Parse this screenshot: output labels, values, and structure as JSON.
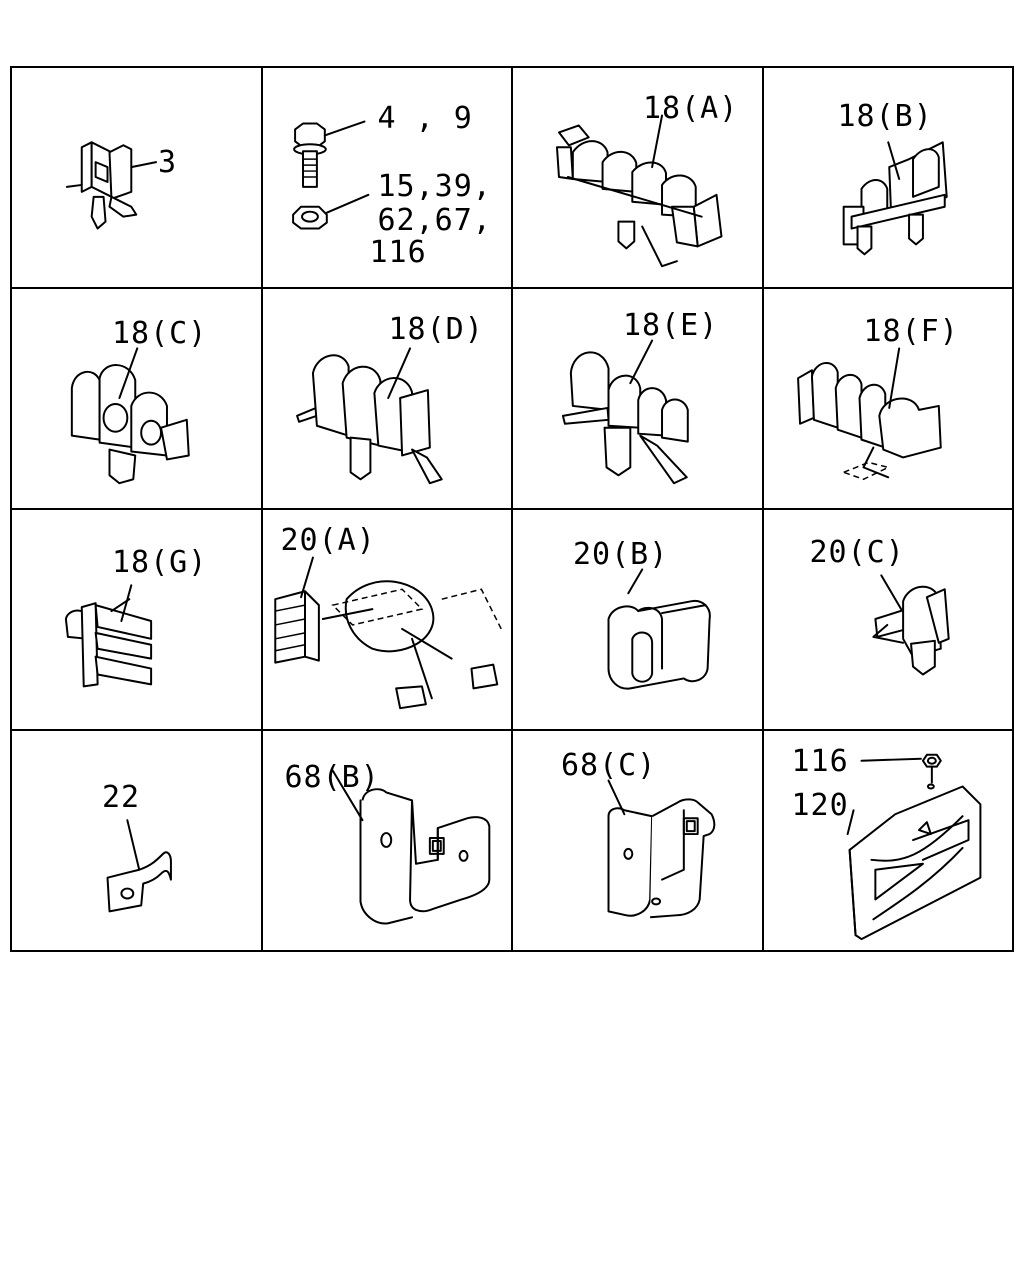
{
  "cells": [
    {
      "labels": [
        "3"
      ]
    },
    {
      "labels": [
        "4 , 9",
        "15,39,",
        "62,67,",
        "116"
      ]
    },
    {
      "labels": [
        "18(A)"
      ]
    },
    {
      "labels": [
        "18(B)"
      ]
    },
    {
      "labels": [
        "18(C)"
      ]
    },
    {
      "labels": [
        "18(D)"
      ]
    },
    {
      "labels": [
        "18(E)"
      ]
    },
    {
      "labels": [
        "18(F)"
      ]
    },
    {
      "labels": [
        "18(G)"
      ]
    },
    {
      "labels": [
        "20(A)"
      ]
    },
    {
      "labels": [
        "20(B)"
      ]
    },
    {
      "labels": [
        "20(C)"
      ]
    },
    {
      "labels": [
        "22"
      ]
    },
    {
      "labels": [
        "68(B)"
      ]
    },
    {
      "labels": [
        "68(C)"
      ]
    },
    {
      "labels": [
        "116",
        "120"
      ]
    }
  ]
}
